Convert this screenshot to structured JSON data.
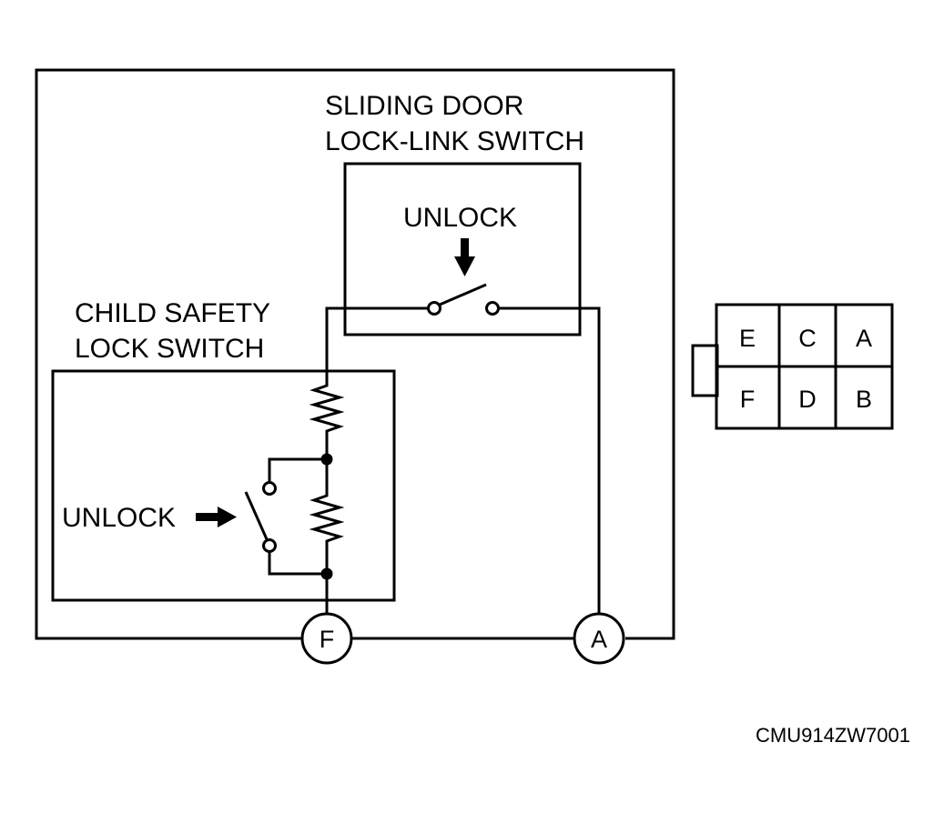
{
  "sliding_door_switch": {
    "title_line1": "SLIDING DOOR",
    "title_line2": "LOCK-LINK SWITCH",
    "action_label": "UNLOCK"
  },
  "child_safety_switch": {
    "title_line1": "CHILD SAFETY",
    "title_line2": "LOCK SWITCH",
    "action_label": "UNLOCK"
  },
  "terminals": {
    "f": "F",
    "a": "A"
  },
  "connector": {
    "pins_top": [
      "E",
      "C",
      "A"
    ],
    "pins_bottom": [
      "F",
      "D",
      "B"
    ]
  },
  "figure_code": "CMU914ZW7001"
}
